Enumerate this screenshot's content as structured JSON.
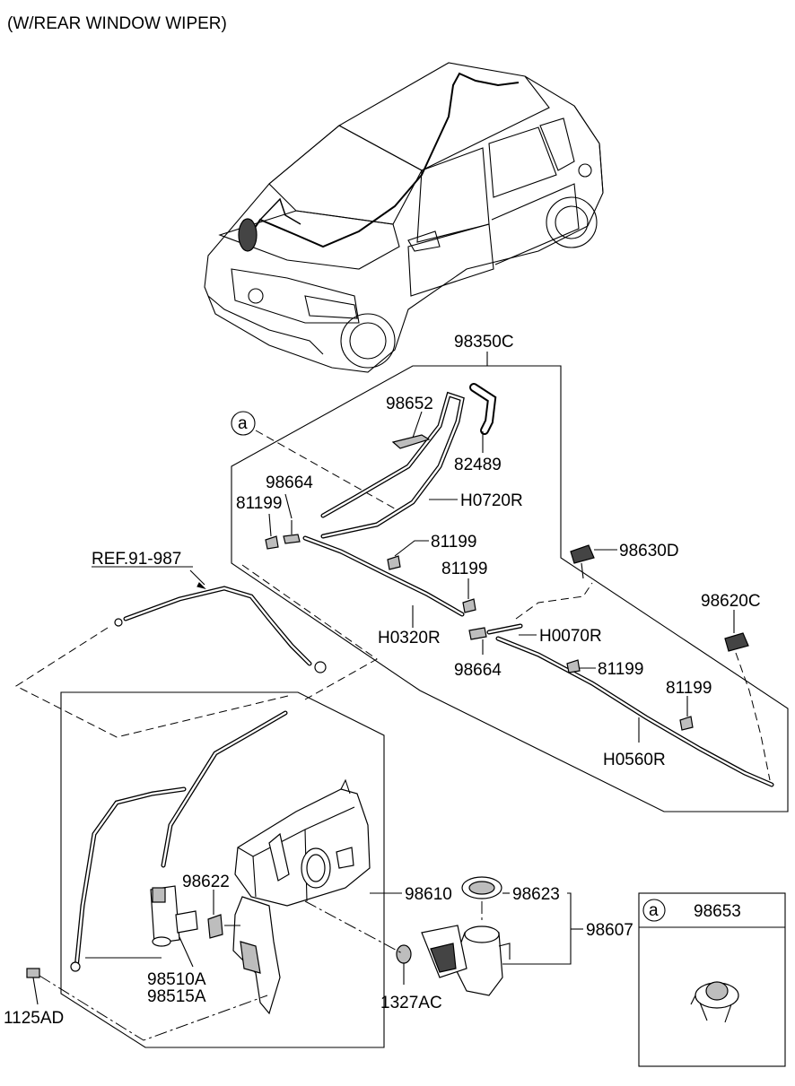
{
  "title": "(W/REAR WINDOW WIPER)",
  "callouts": {
    "c98350C": "98350C",
    "c98652": "98652",
    "c82489": "82489",
    "c98664_top": "98664",
    "c81199_a": "81199",
    "cH0720R": "H0720R",
    "c81199_b": "81199",
    "c98630D": "98630D",
    "cREF": "REF.91-987",
    "c81199_c": "81199",
    "c98620C": "98620C",
    "cH0320R": "H0320R",
    "cH0070R": "H0070R",
    "c98664_bottom": "98664",
    "c81199_d": "81199",
    "c81199_e": "81199",
    "cH0560R": "H0560R",
    "c98622": "98622",
    "c98610": "98610",
    "c98623": "98623",
    "c98607": "98607",
    "c98510A": "98510A",
    "c98515A": "98515A",
    "c1327AC": "1327AC",
    "c1125AD": "1125AD"
  },
  "ref_marker": "a",
  "inset": {
    "marker": "a",
    "part_no": "98653"
  }
}
